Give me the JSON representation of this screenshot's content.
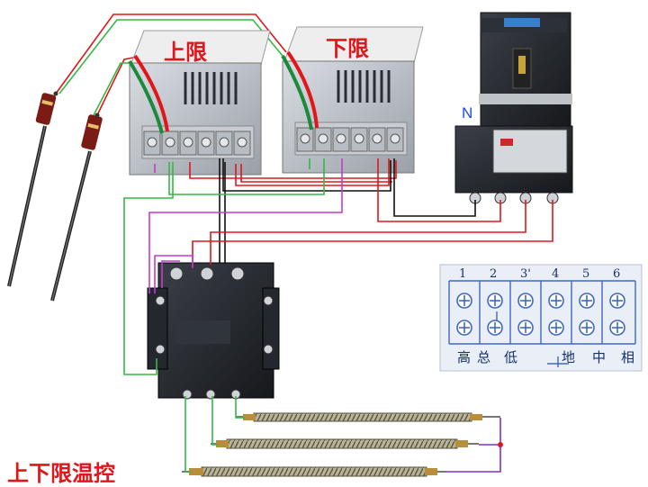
{
  "labels": {
    "upper_limit": "上限",
    "lower_limit": "下限",
    "neutral": "N",
    "caption": "上下限温控"
  },
  "terminal_board": {
    "numbers": [
      "1",
      "2",
      "3'",
      "4",
      "5",
      "6"
    ],
    "bottom_labels": [
      "高",
      "总",
      "低",
      "地",
      "中",
      "相"
    ]
  },
  "colors": {
    "red_wire": "#e0161b",
    "green_wire": "#33b944",
    "magenta_wire": "#c13bd0",
    "black_wire": "#111111",
    "label_red": "#e0161b",
    "board_blue": "#3f68c4"
  }
}
